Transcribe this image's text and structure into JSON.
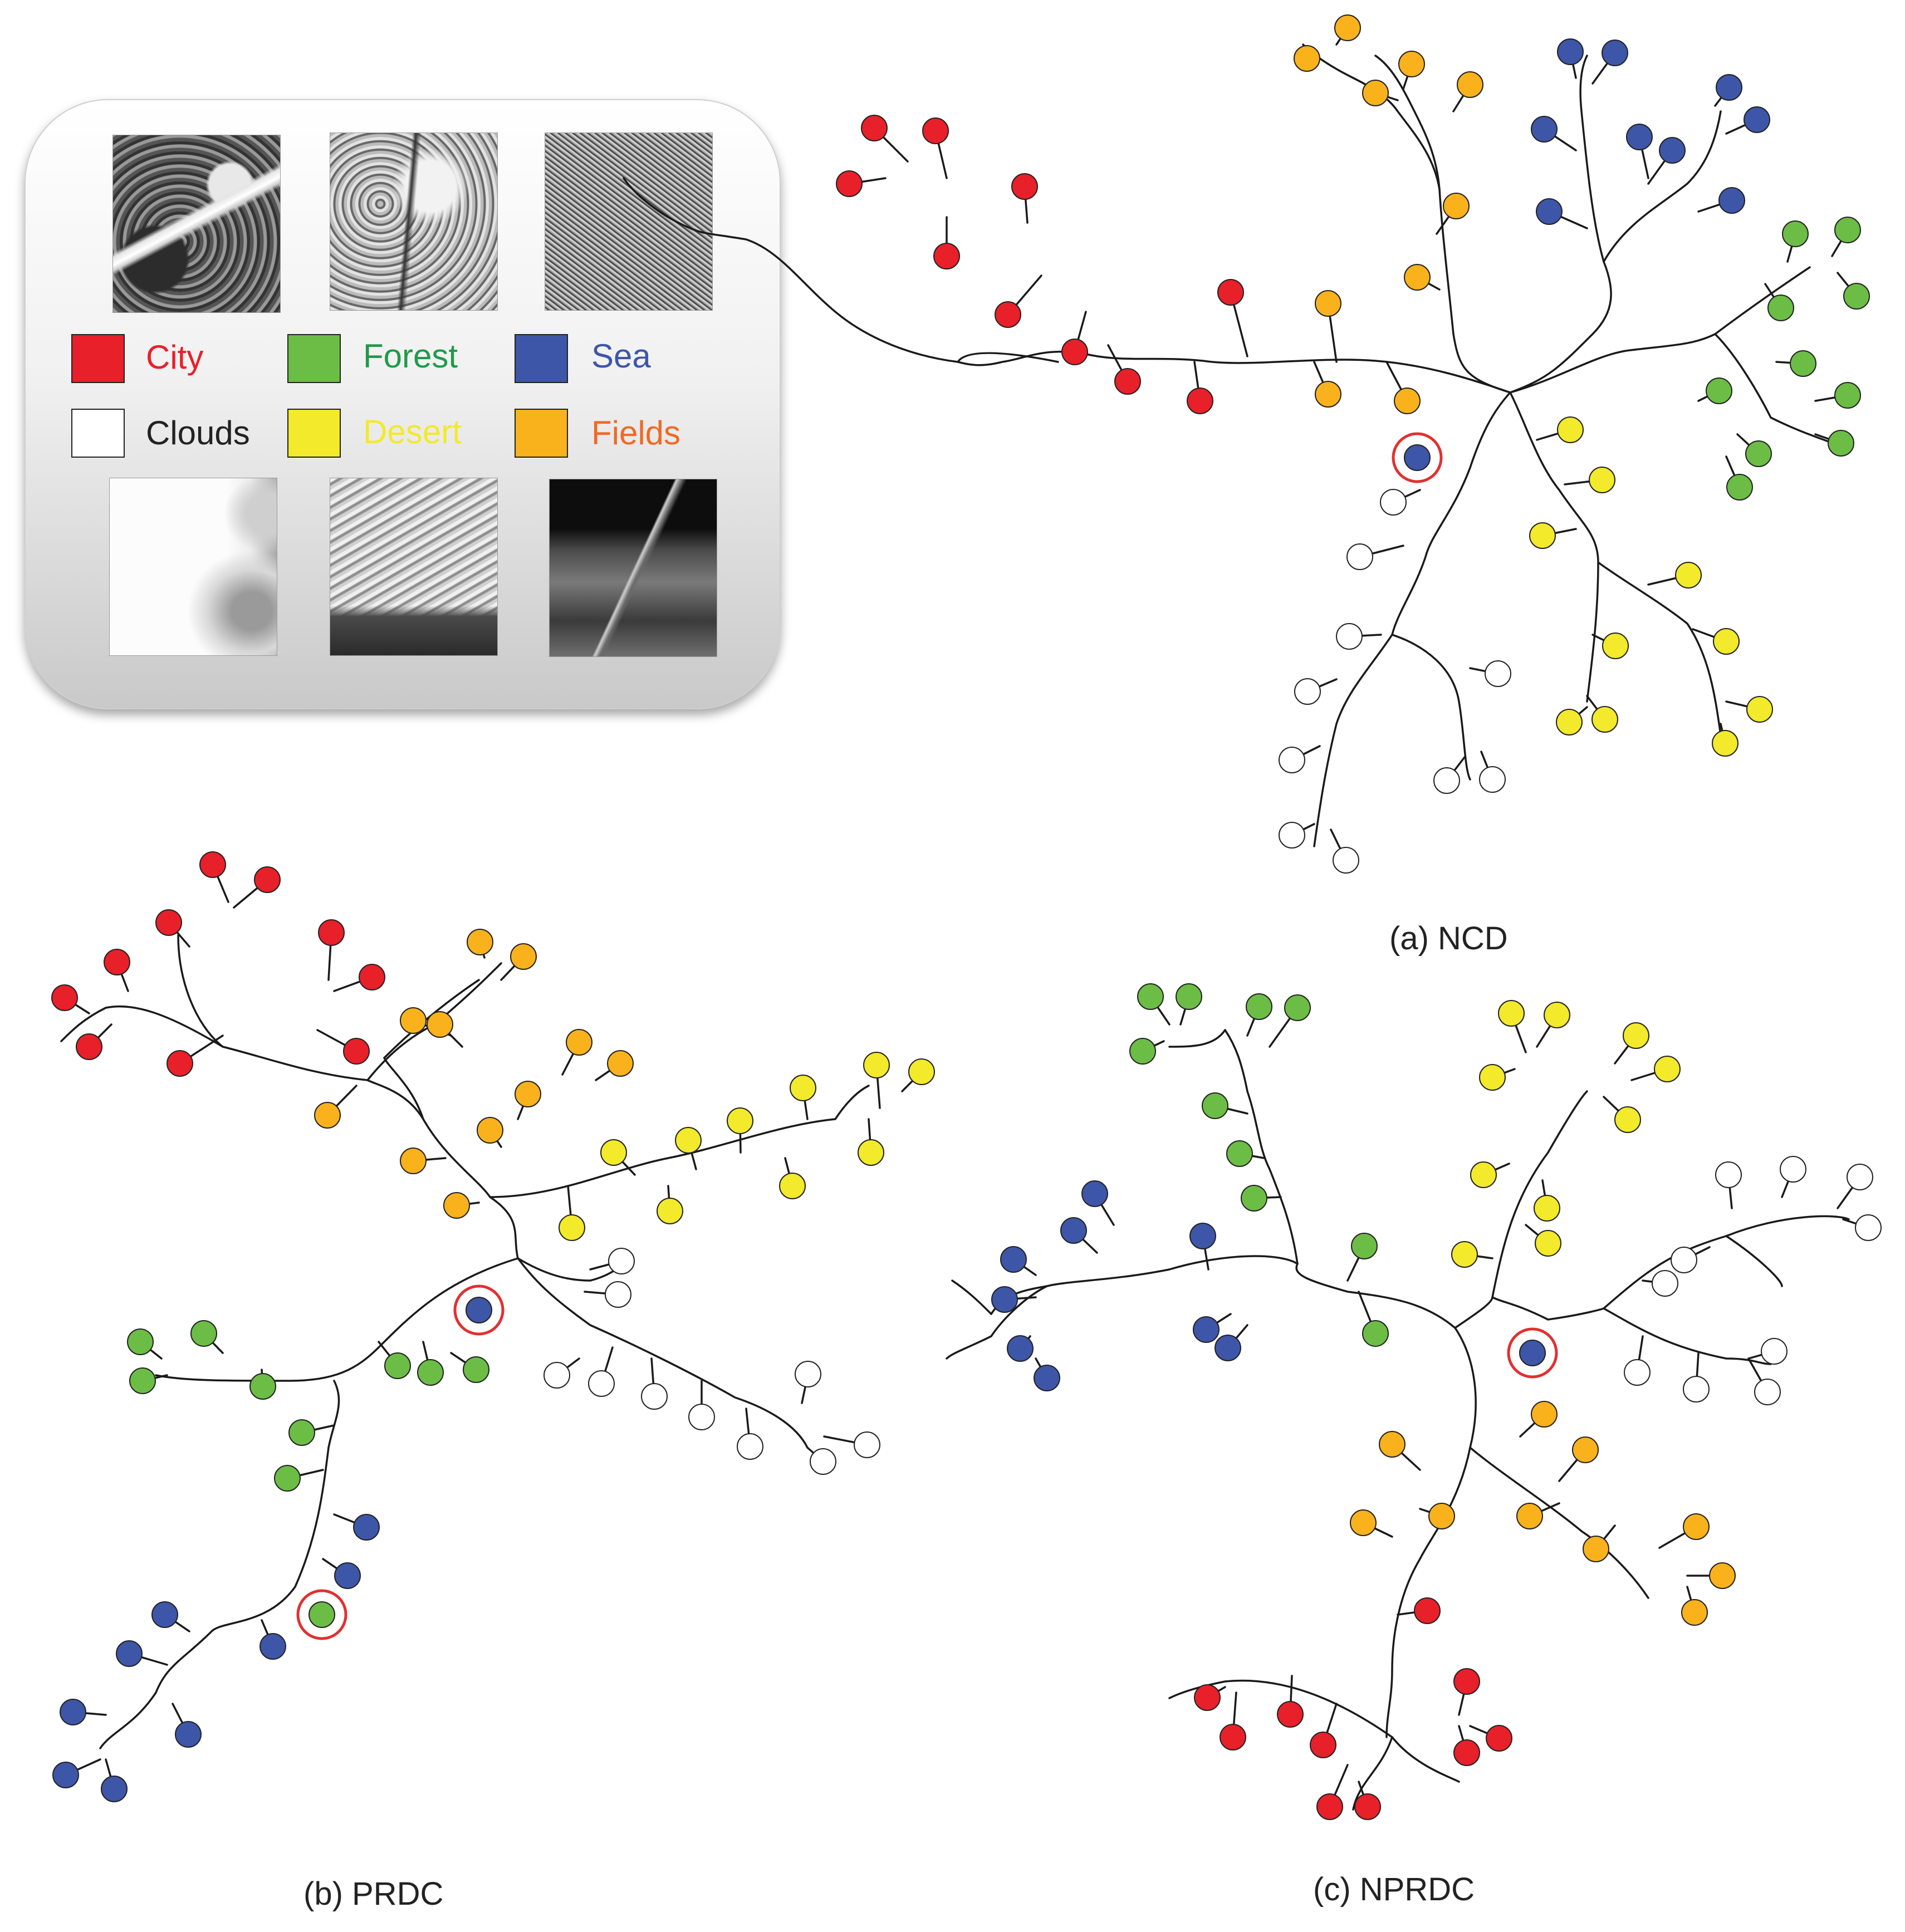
{
  "legend": {
    "items": [
      {
        "key": "city",
        "label": "City",
        "swatch": "#e8202a",
        "text_color": "#e8202a"
      },
      {
        "key": "forest",
        "label": "Forest",
        "swatch": "#6cbd45",
        "text_color": "#1f9a4a"
      },
      {
        "key": "sea",
        "label": "Sea",
        "swatch": "#3e56a8",
        "text_color": "#3e56a8"
      },
      {
        "key": "clouds",
        "label": "Clouds",
        "swatch": "#ffffff",
        "text_color": "#222222"
      },
      {
        "key": "desert",
        "label": "Desert",
        "swatch": "#f2ea2a",
        "text_color": "#f2ea2a"
      },
      {
        "key": "fields",
        "label": "Fields",
        "swatch": "#f9b21c",
        "text_color": "#ef6a24"
      }
    ]
  },
  "colors": {
    "city": "#e8202a",
    "forest": "#6cbd45",
    "sea": "#3e56a8",
    "clouds": "#ffffff",
    "desert": "#f2ea2a",
    "fields": "#f9b21c",
    "edge": "#1a1a1a",
    "highlight": "#e23030"
  },
  "trees": [
    {
      "key": "ncd",
      "caption": "(a) NCD"
    },
    {
      "key": "prdc",
      "caption": "(b) PRDC"
    },
    {
      "key": "nprdc",
      "caption": "(c) NPRDC"
    }
  ]
}
